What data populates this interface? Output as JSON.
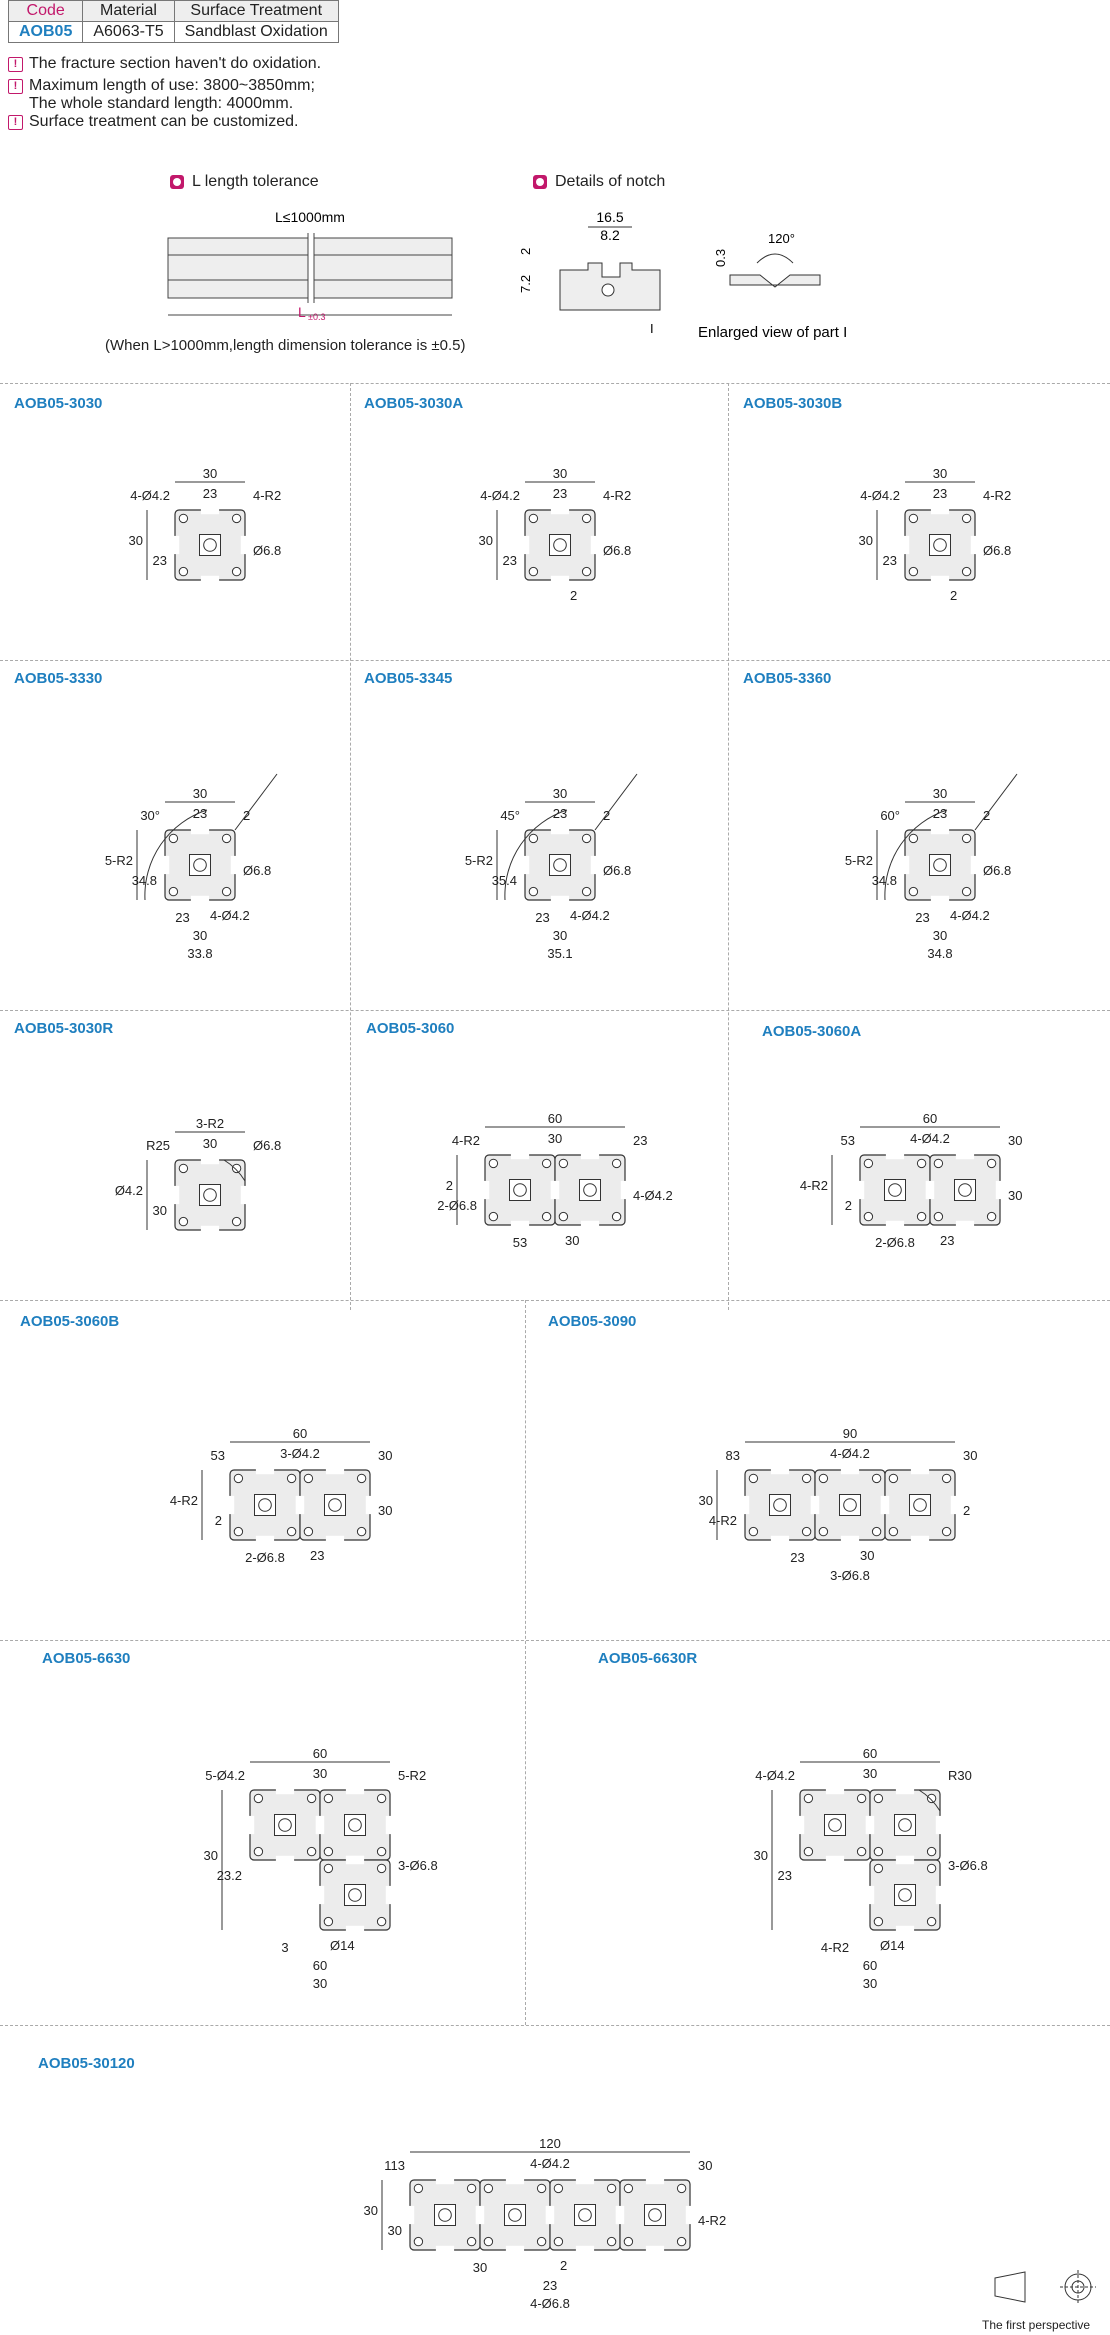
{
  "spec_table": {
    "headers": [
      "Code",
      "Material",
      "Surface Treatment"
    ],
    "row": [
      "AOB05",
      "A6063-T5",
      "Sandblast Oxidation"
    ]
  },
  "notes": [
    "The fracture section haven't do oxidation.",
    "Maximum length of use: 3800~3850mm;",
    "The whole standard length: 4000mm.",
    "Surface treatment can be customized."
  ],
  "tolerance": {
    "title": "L length tolerance",
    "length_label": "L≤1000mm",
    "l_label": "L",
    "l_sub": "±0.3",
    "caption": "(When L>1000mm,length dimension tolerance is ±0.5)"
  },
  "notch": {
    "title": "Details of notch",
    "dims": [
      "16.5",
      "8.2",
      "2",
      "7.2",
      "0.3",
      "120°",
      "I"
    ],
    "enlarged": "Enlarged view of part I"
  },
  "profiles": [
    {
      "code": "AOB05-3030",
      "dims": [
        "30",
        "4-Ø4.2",
        "23",
        "4-R2",
        "30",
        "23",
        "Ø6.8"
      ]
    },
    {
      "code": "AOB05-3030A",
      "dims": [
        "30",
        "4-Ø4.2",
        "23",
        "4-R2",
        "30",
        "23",
        "Ø6.8",
        "2"
      ]
    },
    {
      "code": "AOB05-3030B",
      "dims": [
        "30",
        "4-Ø4.2",
        "23",
        "4-R2",
        "30",
        "23",
        "Ø6.8",
        "2"
      ]
    },
    {
      "code": "AOB05-3330",
      "dims": [
        "30",
        "30°",
        "23",
        "2",
        "5-R2",
        "34.8",
        "Ø6.8",
        "4-Ø4.2",
        "23",
        "30",
        "33.8"
      ]
    },
    {
      "code": "AOB05-3345",
      "dims": [
        "30",
        "45°",
        "23",
        "2",
        "5-R2",
        "35.4",
        "Ø6.8",
        "4-Ø4.2",
        "23",
        "30",
        "35.1"
      ]
    },
    {
      "code": "AOB05-3360",
      "dims": [
        "30",
        "60°",
        "23",
        "2",
        "5-R2",
        "34.8",
        "Ø6.8",
        "4-Ø4.2",
        "23",
        "30",
        "34.8"
      ]
    },
    {
      "code": "AOB05-3030R",
      "dims": [
        "3-R2",
        "R25",
        "30",
        "Ø6.8",
        "Ø4.2",
        "30"
      ]
    },
    {
      "code": "AOB05-3060",
      "dims": [
        "60",
        "4-R2",
        "30",
        "23",
        "2",
        "2-Ø6.8",
        "4-Ø4.2",
        "30",
        "53"
      ]
    },
    {
      "code": "AOB05-3060A",
      "dims": [
        "60",
        "53",
        "4-Ø4.2",
        "30",
        "4-R2",
        "2",
        "30",
        "23",
        "2-Ø6.8"
      ]
    },
    {
      "code": "AOB05-3060B",
      "dims": [
        "60",
        "53",
        "3-Ø4.2",
        "30",
        "4-R2",
        "2",
        "30",
        "23",
        "2-Ø6.8"
      ]
    },
    {
      "code": "AOB05-3090",
      "dims": [
        "90",
        "83",
        "4-Ø4.2",
        "30",
        "30",
        "4-R2",
        "2",
        "30",
        "23",
        "3-Ø6.8"
      ]
    },
    {
      "code": "AOB05-6630",
      "dims": [
        "60",
        "5-Ø4.2",
        "30",
        "5-R2",
        "30",
        "23.2",
        "3-Ø6.8",
        "Ø14",
        "3",
        "60",
        "30"
      ]
    },
    {
      "code": "AOB05-6630R",
      "dims": [
        "60",
        "4-Ø4.2",
        "30",
        "R30",
        "30",
        "23",
        "3-Ø6.8",
        "Ø14",
        "4-R2",
        "60",
        "30"
      ]
    },
    {
      "code": "AOB05-30120",
      "dims": [
        "120",
        "113",
        "4-Ø4.2",
        "30",
        "30",
        "30",
        "4-R2",
        "2",
        "30",
        "23",
        "4-Ø6.8"
      ]
    }
  ],
  "perspective": "The first perspective",
  "colors": {
    "accent": "#c2186b",
    "code": "#1f7fbf",
    "profile_fill": "#ececec"
  }
}
